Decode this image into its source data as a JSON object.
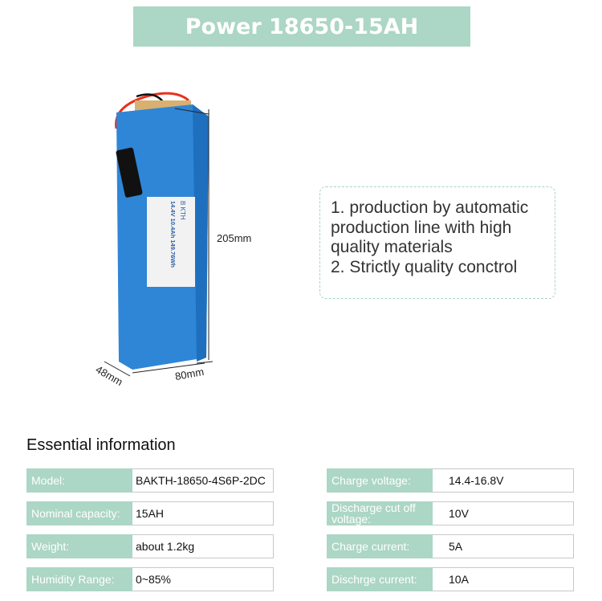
{
  "title": "Power 18650-15AH",
  "features": [
    "1. production by automatic",
    "production line with high",
    "quality materials",
    "2. Strictly quality conctrol"
  ],
  "dimensions": {
    "height": "205mm",
    "width": "80mm",
    "depth": "48mm"
  },
  "product_label": {
    "brand": "B KTH",
    "rating": "14.4V 10.4Ah 149.76Wh"
  },
  "section_title": "Essential information",
  "specs_left": [
    {
      "label": "Model:",
      "value": "BAKTH-18650-4S6P-2DC"
    },
    {
      "label": "Nominal capacity:",
      "value": "15AH"
    },
    {
      "label": "Weight:",
      "value": "about 1.2kg"
    },
    {
      "label": "Humidity Range:",
      "value": "0~85%"
    }
  ],
  "specs_right": [
    {
      "label": "Charge voltage:",
      "value": "14.4-16.8V"
    },
    {
      "label": "Discharge cut off voltage:",
      "value": "10V"
    },
    {
      "label": "Charge current:",
      "value": "5A"
    },
    {
      "label": "Dischrge current:",
      "value": "10A"
    }
  ],
  "colors": {
    "accent": "#acd6c5",
    "battery": "#2f86d6"
  }
}
